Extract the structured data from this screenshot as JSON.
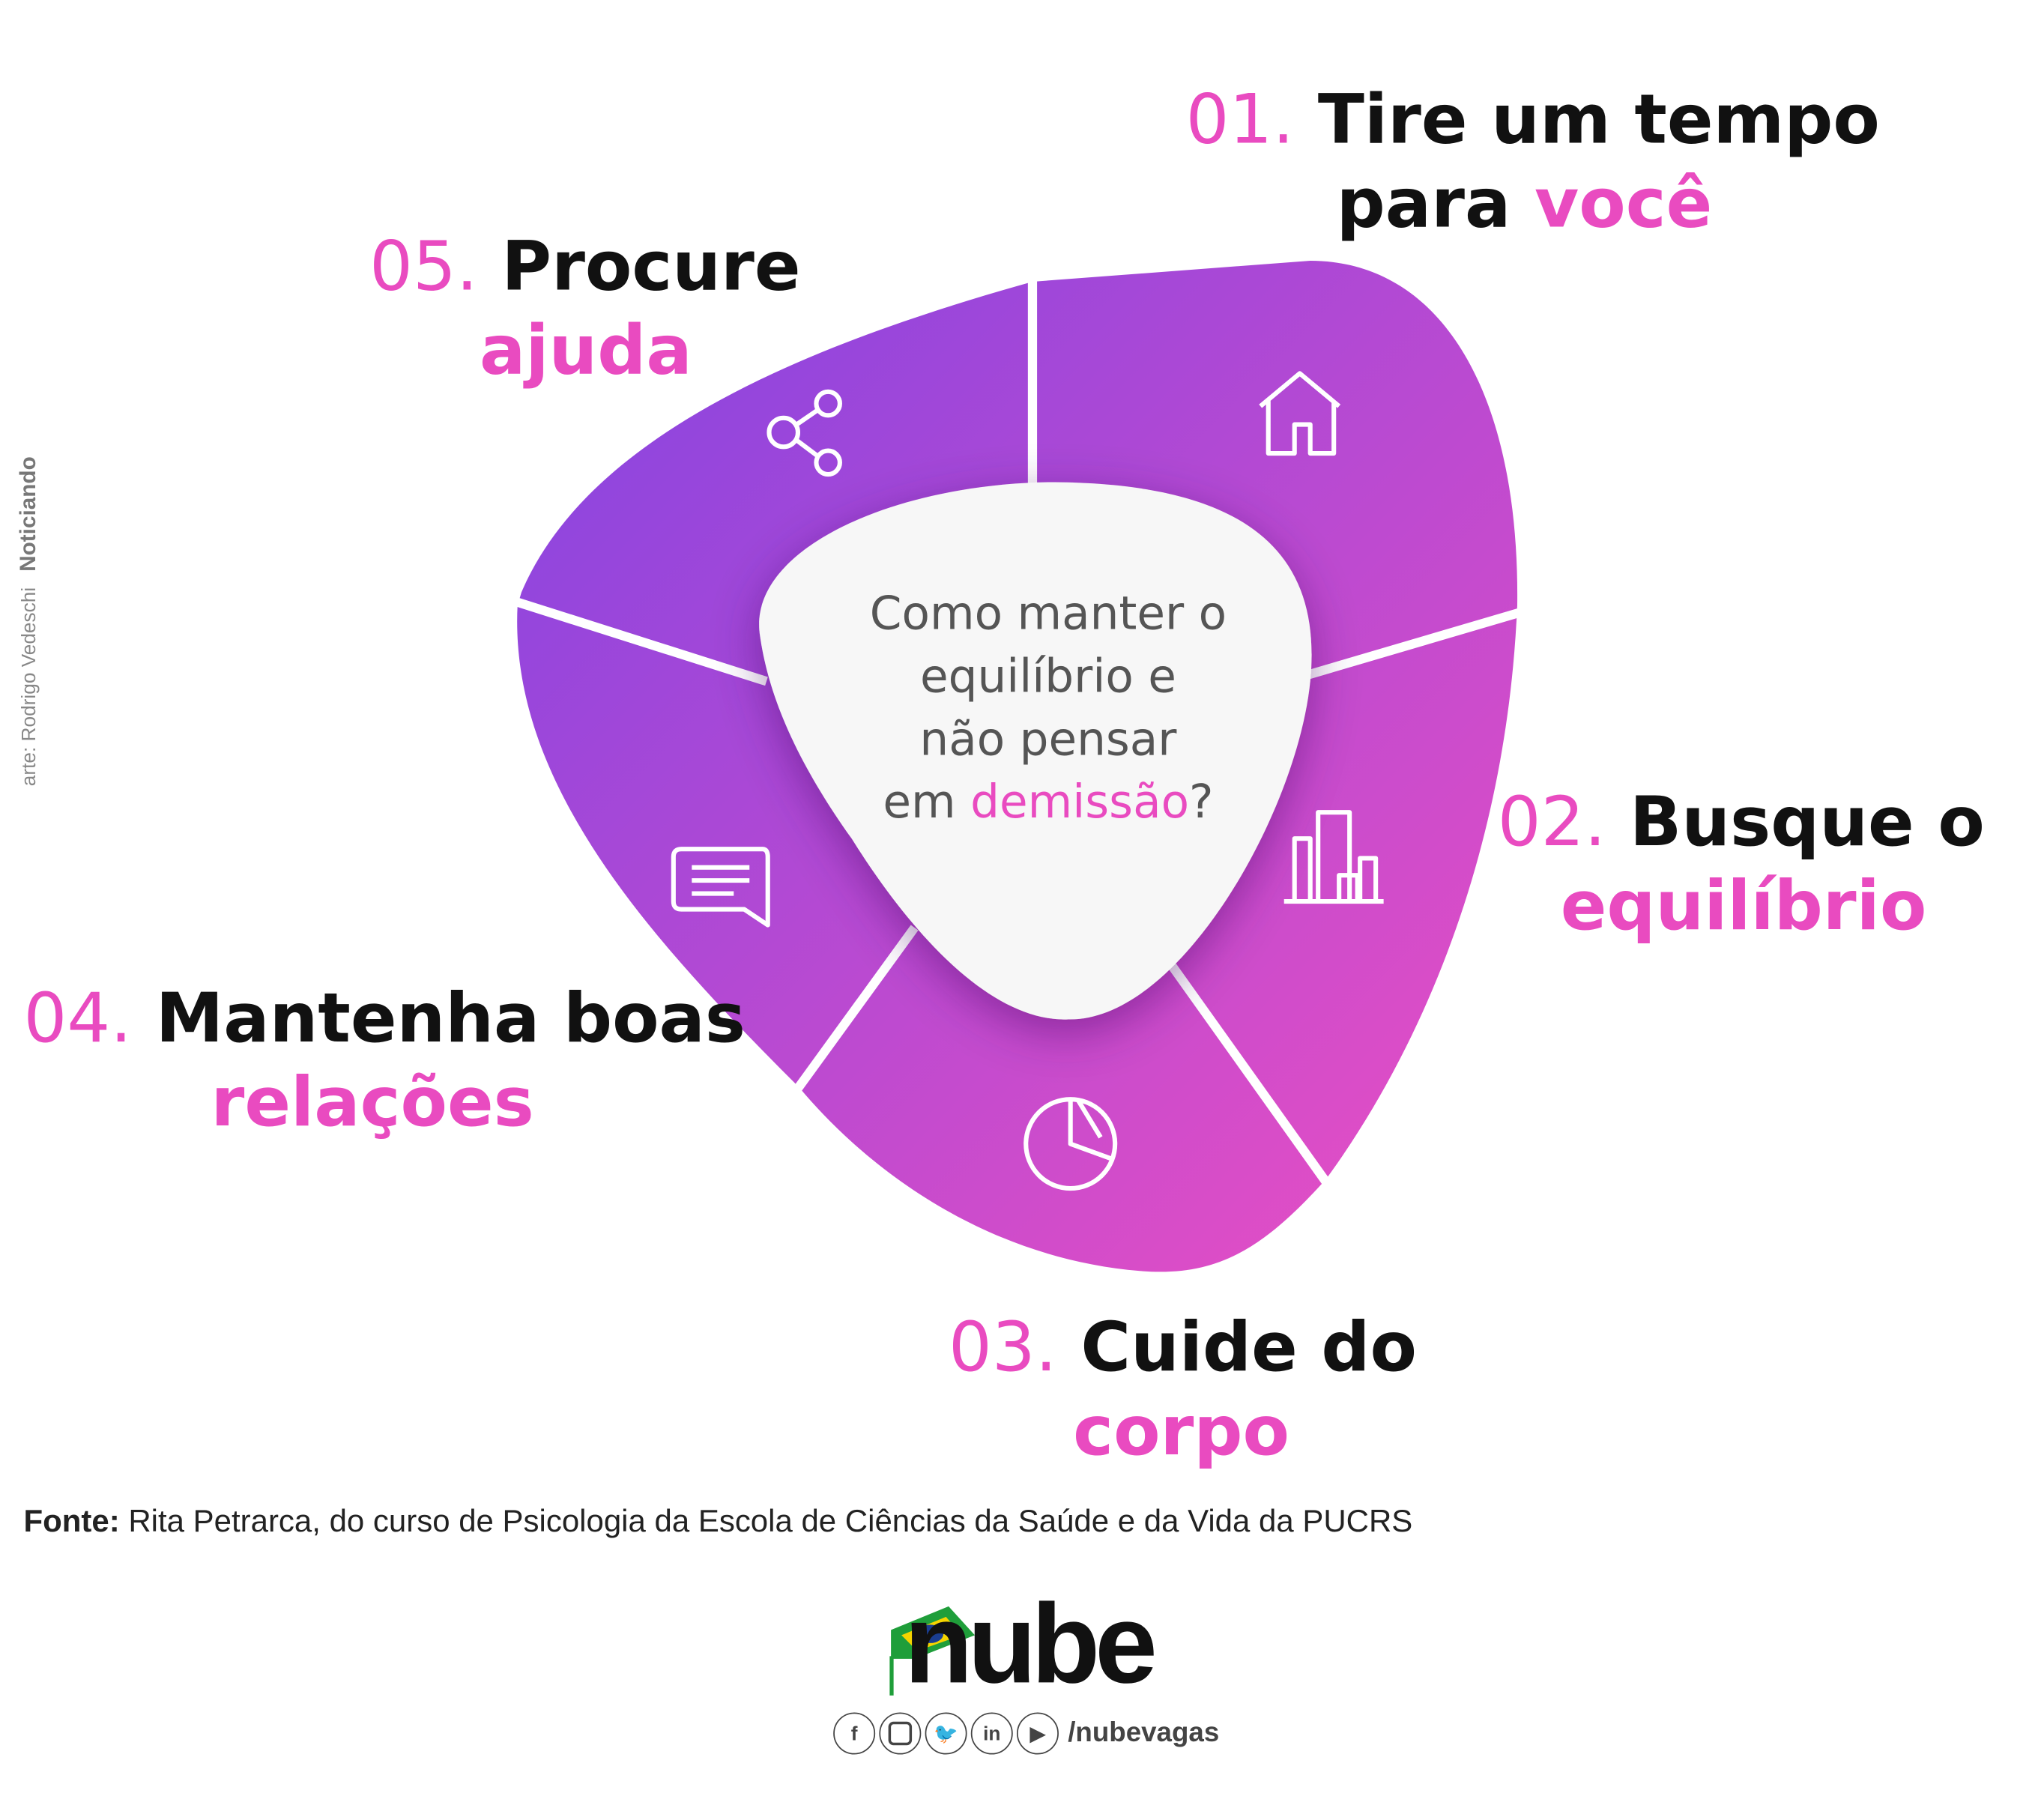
{
  "center_question": {
    "line1": "Como manter o",
    "line2": "equilíbrio e",
    "line3": "não pensar",
    "line4_prefix": "em ",
    "line4_highlight": "demissão",
    "line4_suffix": "?"
  },
  "tips": [
    {
      "number": "01.",
      "title_black": "Tire um tempo",
      "title_black2": "para ",
      "title_pink": "você",
      "icon": "home-icon"
    },
    {
      "number": "02.",
      "title_black": "Busque o",
      "title_pink": "equilíbrio",
      "icon": "buildings-icon"
    },
    {
      "number": "03.",
      "title_black": "Cuide do",
      "title_pink": "corpo",
      "icon": "pie-chart-icon"
    },
    {
      "number": "04.",
      "title_black": "Mantenha boas",
      "title_pink": "relações",
      "icon": "chat-icon"
    },
    {
      "number": "05.",
      "title_black": "Procure",
      "title_pink": "ajuda",
      "icon": "share-icon"
    }
  ],
  "credit": {
    "text": "arte: Rodrigo Vedeschi",
    "brand": "Noticiando"
  },
  "source": {
    "label": "Fonte:",
    "text": " Rita Petrarca, do curso de Psicologia da Escola de Ciências da Saúde e da Vida da PUCRS"
  },
  "logo": {
    "text": "nube",
    "social": [
      "f",
      "ig",
      "tw",
      "in",
      "yt"
    ],
    "handle": "/nubevagas"
  },
  "colors": {
    "purple": "#8a44e0",
    "pink": "#e84fc4",
    "number": "#e94bc0"
  }
}
